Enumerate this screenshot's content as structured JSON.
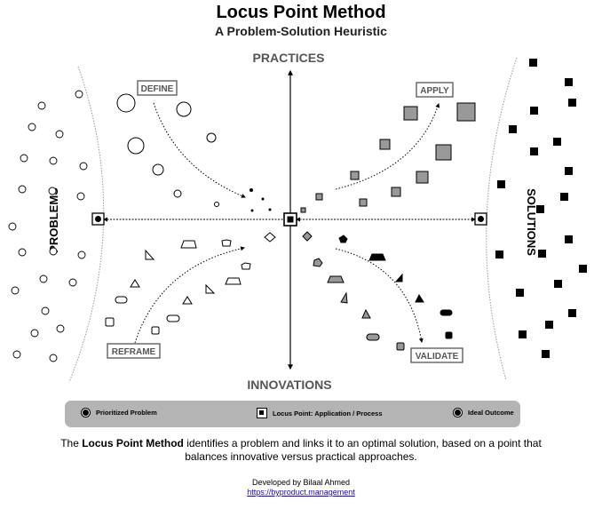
{
  "title": "Locus Point Method",
  "subtitle": "A Problem-Solution Heuristic",
  "axes": {
    "top": "PRACTICES",
    "bottom": "INNOVATIONS",
    "left": "PROBLEMS",
    "right": "SOLUTIONS"
  },
  "steps": {
    "define": "DEFINE",
    "apply": "APPLY",
    "reframe": "REFRAME",
    "validate": "VALIDATE"
  },
  "legend": {
    "prioritized_problem": "Prioritized Problem",
    "locus_point": "Locus Point: Application / Process",
    "ideal_outcome": "Ideal Outcome"
  },
  "description": {
    "before": "The ",
    "bold": "Locus Point Method",
    "after": " identifies a problem and links it to an optimal solution, based on a point that balances innovative versus practical approaches."
  },
  "credit": "Developed by Bilaal Ahmed",
  "link": "https://byproduct.management",
  "colors": {
    "legend_bg": "#b4b4b4",
    "shape_gray": "#999999",
    "label_gray": "#555555"
  }
}
